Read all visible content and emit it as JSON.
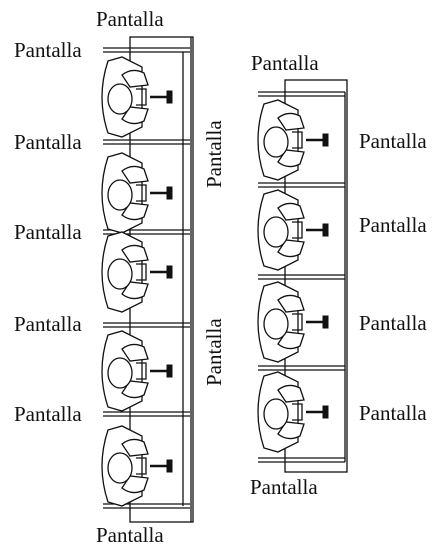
{
  "labels": {
    "l_top": "Pantalla",
    "l_1": "Pantalla",
    "l_2": "Pantalla",
    "l_3": "Pantalla",
    "l_4": "Pantalla",
    "l_5": "Pantalla",
    "l_bottom": "Pantalla",
    "l_vert_1": "Pantalla",
    "l_vert_2": "Pantalla",
    "r_top": "Pantalla",
    "r_1": "Pantalla",
    "r_2": "Pantalla",
    "r_3": "Pantalla",
    "r_4": "Pantalla",
    "r_bottom": "Pantalla"
  }
}
